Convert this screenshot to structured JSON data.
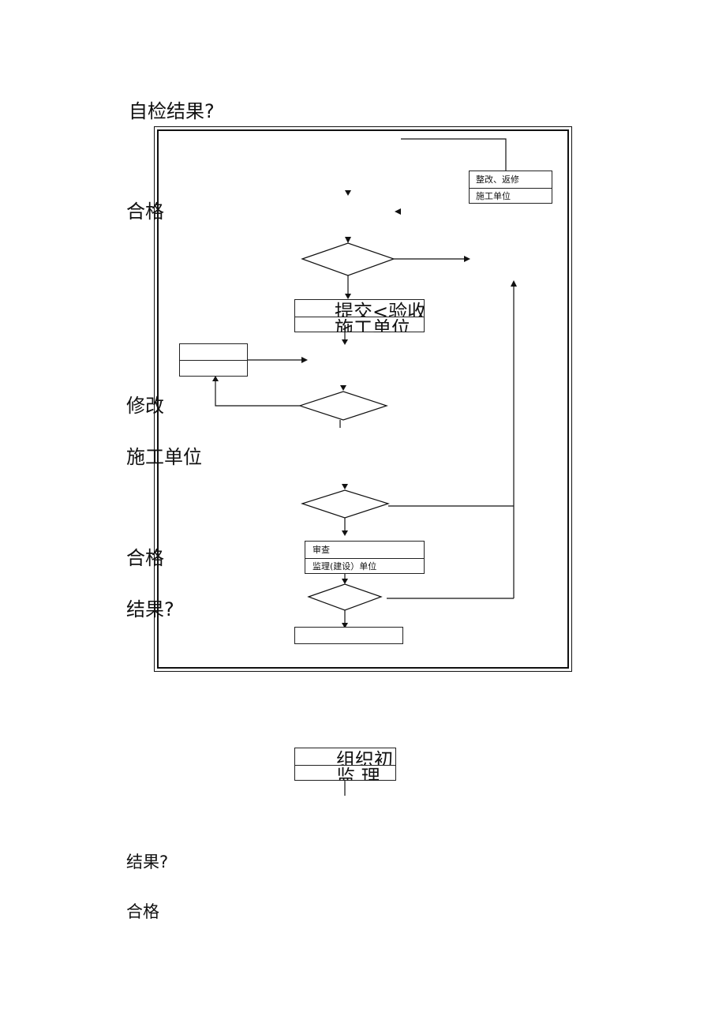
{
  "labels": {
    "self_check_result": "自检结果?",
    "pass_1": "合格",
    "modify": "修改",
    "contractor": "施工单位",
    "pass_2": "合格",
    "result_1": "结果?",
    "result_2": "结果?",
    "pass_3": "合格"
  },
  "boxes": {
    "rectify": {
      "top": "整改、返修",
      "bottom": "施工单位"
    },
    "submit": {
      "top": "提交<验收",
      "bottom": "施工单位"
    },
    "review": {
      "top": "审查",
      "bottom": "监理(建设）单位"
    },
    "organize": {
      "top": "组织初",
      "bottom": "监 理"
    }
  }
}
